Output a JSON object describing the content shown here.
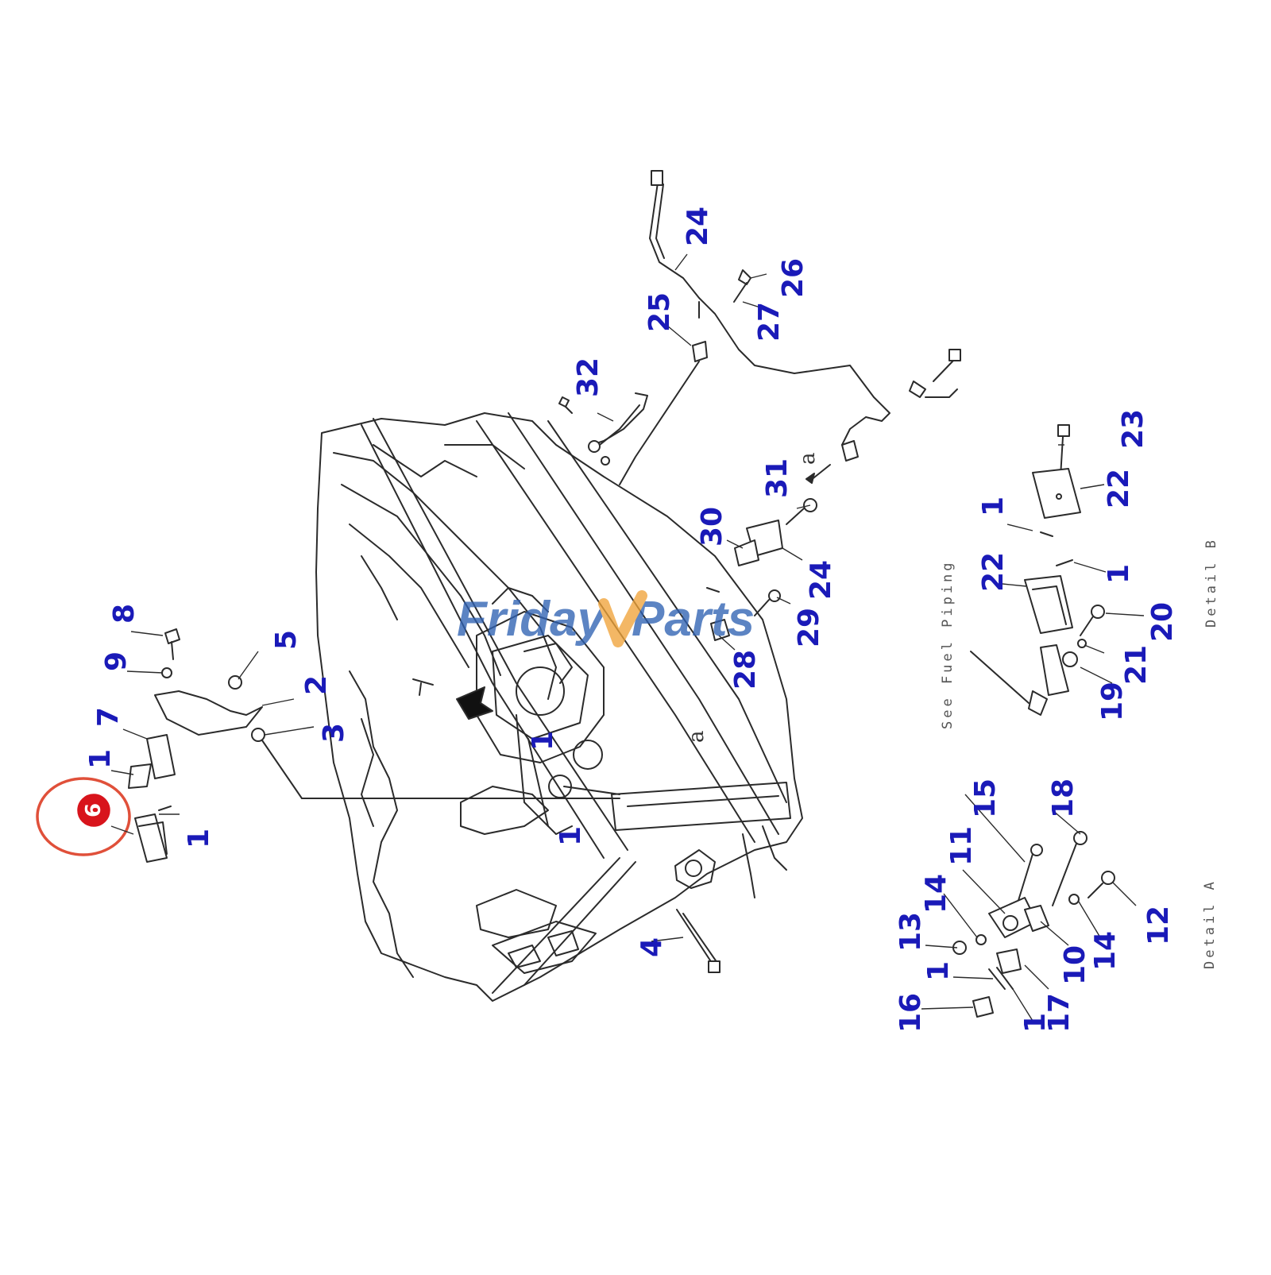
{
  "diagram": {
    "callouts": [
      "1",
      "2",
      "3",
      "4",
      "5",
      "6",
      "7",
      "8",
      "9",
      "10",
      "11",
      "12",
      "13",
      "14",
      "15",
      "16",
      "17",
      "18",
      "19",
      "20",
      "21",
      "22",
      "23",
      "24",
      "25",
      "26",
      "27",
      "28",
      "29",
      "30",
      "31",
      "32"
    ],
    "highlighted_part": "6",
    "captions": {
      "see_fuel_piping": "See Fuel Piping",
      "detail_a": "Detail A",
      "detail_b": "Detail B",
      "letter_a": "a"
    },
    "watermark": {
      "text_friday": "Friday",
      "text_parts": "Parts"
    },
    "colors": {
      "callout": "#1a1ab8",
      "highlight_ring": "#e0503a",
      "highlight_fill": "#d8141c",
      "watermark_blue": "#2f62b3",
      "watermark_orange": "#f0a43a",
      "line_art": "#2b2b2b"
    }
  }
}
